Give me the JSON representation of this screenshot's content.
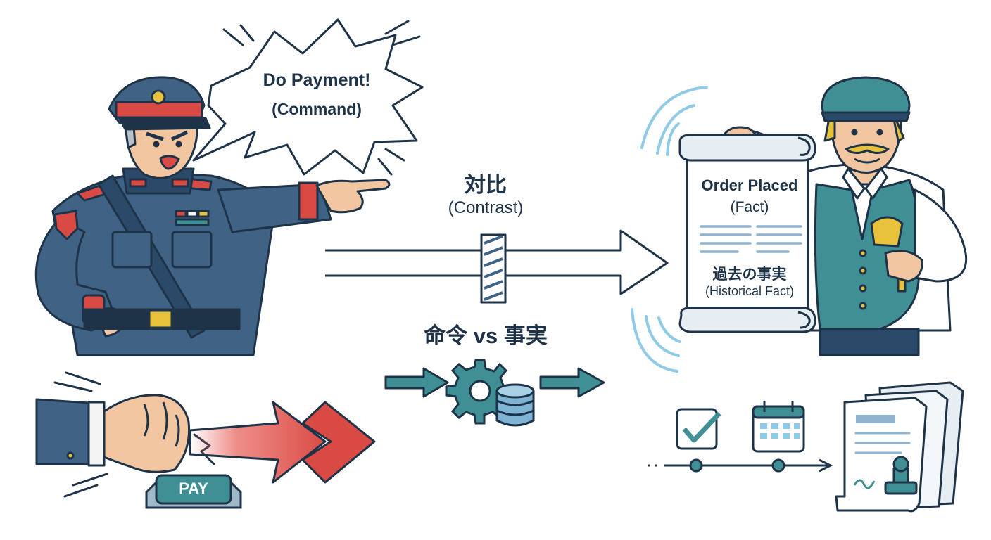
{
  "command": {
    "speech_title": "Do Payment!",
    "speech_sub": "(Command)",
    "button_label": "PAY"
  },
  "center": {
    "contrast_jp": "対比",
    "contrast_en": "(Contrast)",
    "versus": "命令 vs 事実"
  },
  "fact": {
    "title": "Order Placed",
    "subtitle": "(Fact)",
    "jp": "過去の事実",
    "en": "(Historical Fact)"
  },
  "colors": {
    "navy": "#1e3348",
    "uniform": "#3f6285",
    "accent_red": "#d94a44",
    "teal": "#3f8f95",
    "sound_wave": "#8fcbe6"
  }
}
